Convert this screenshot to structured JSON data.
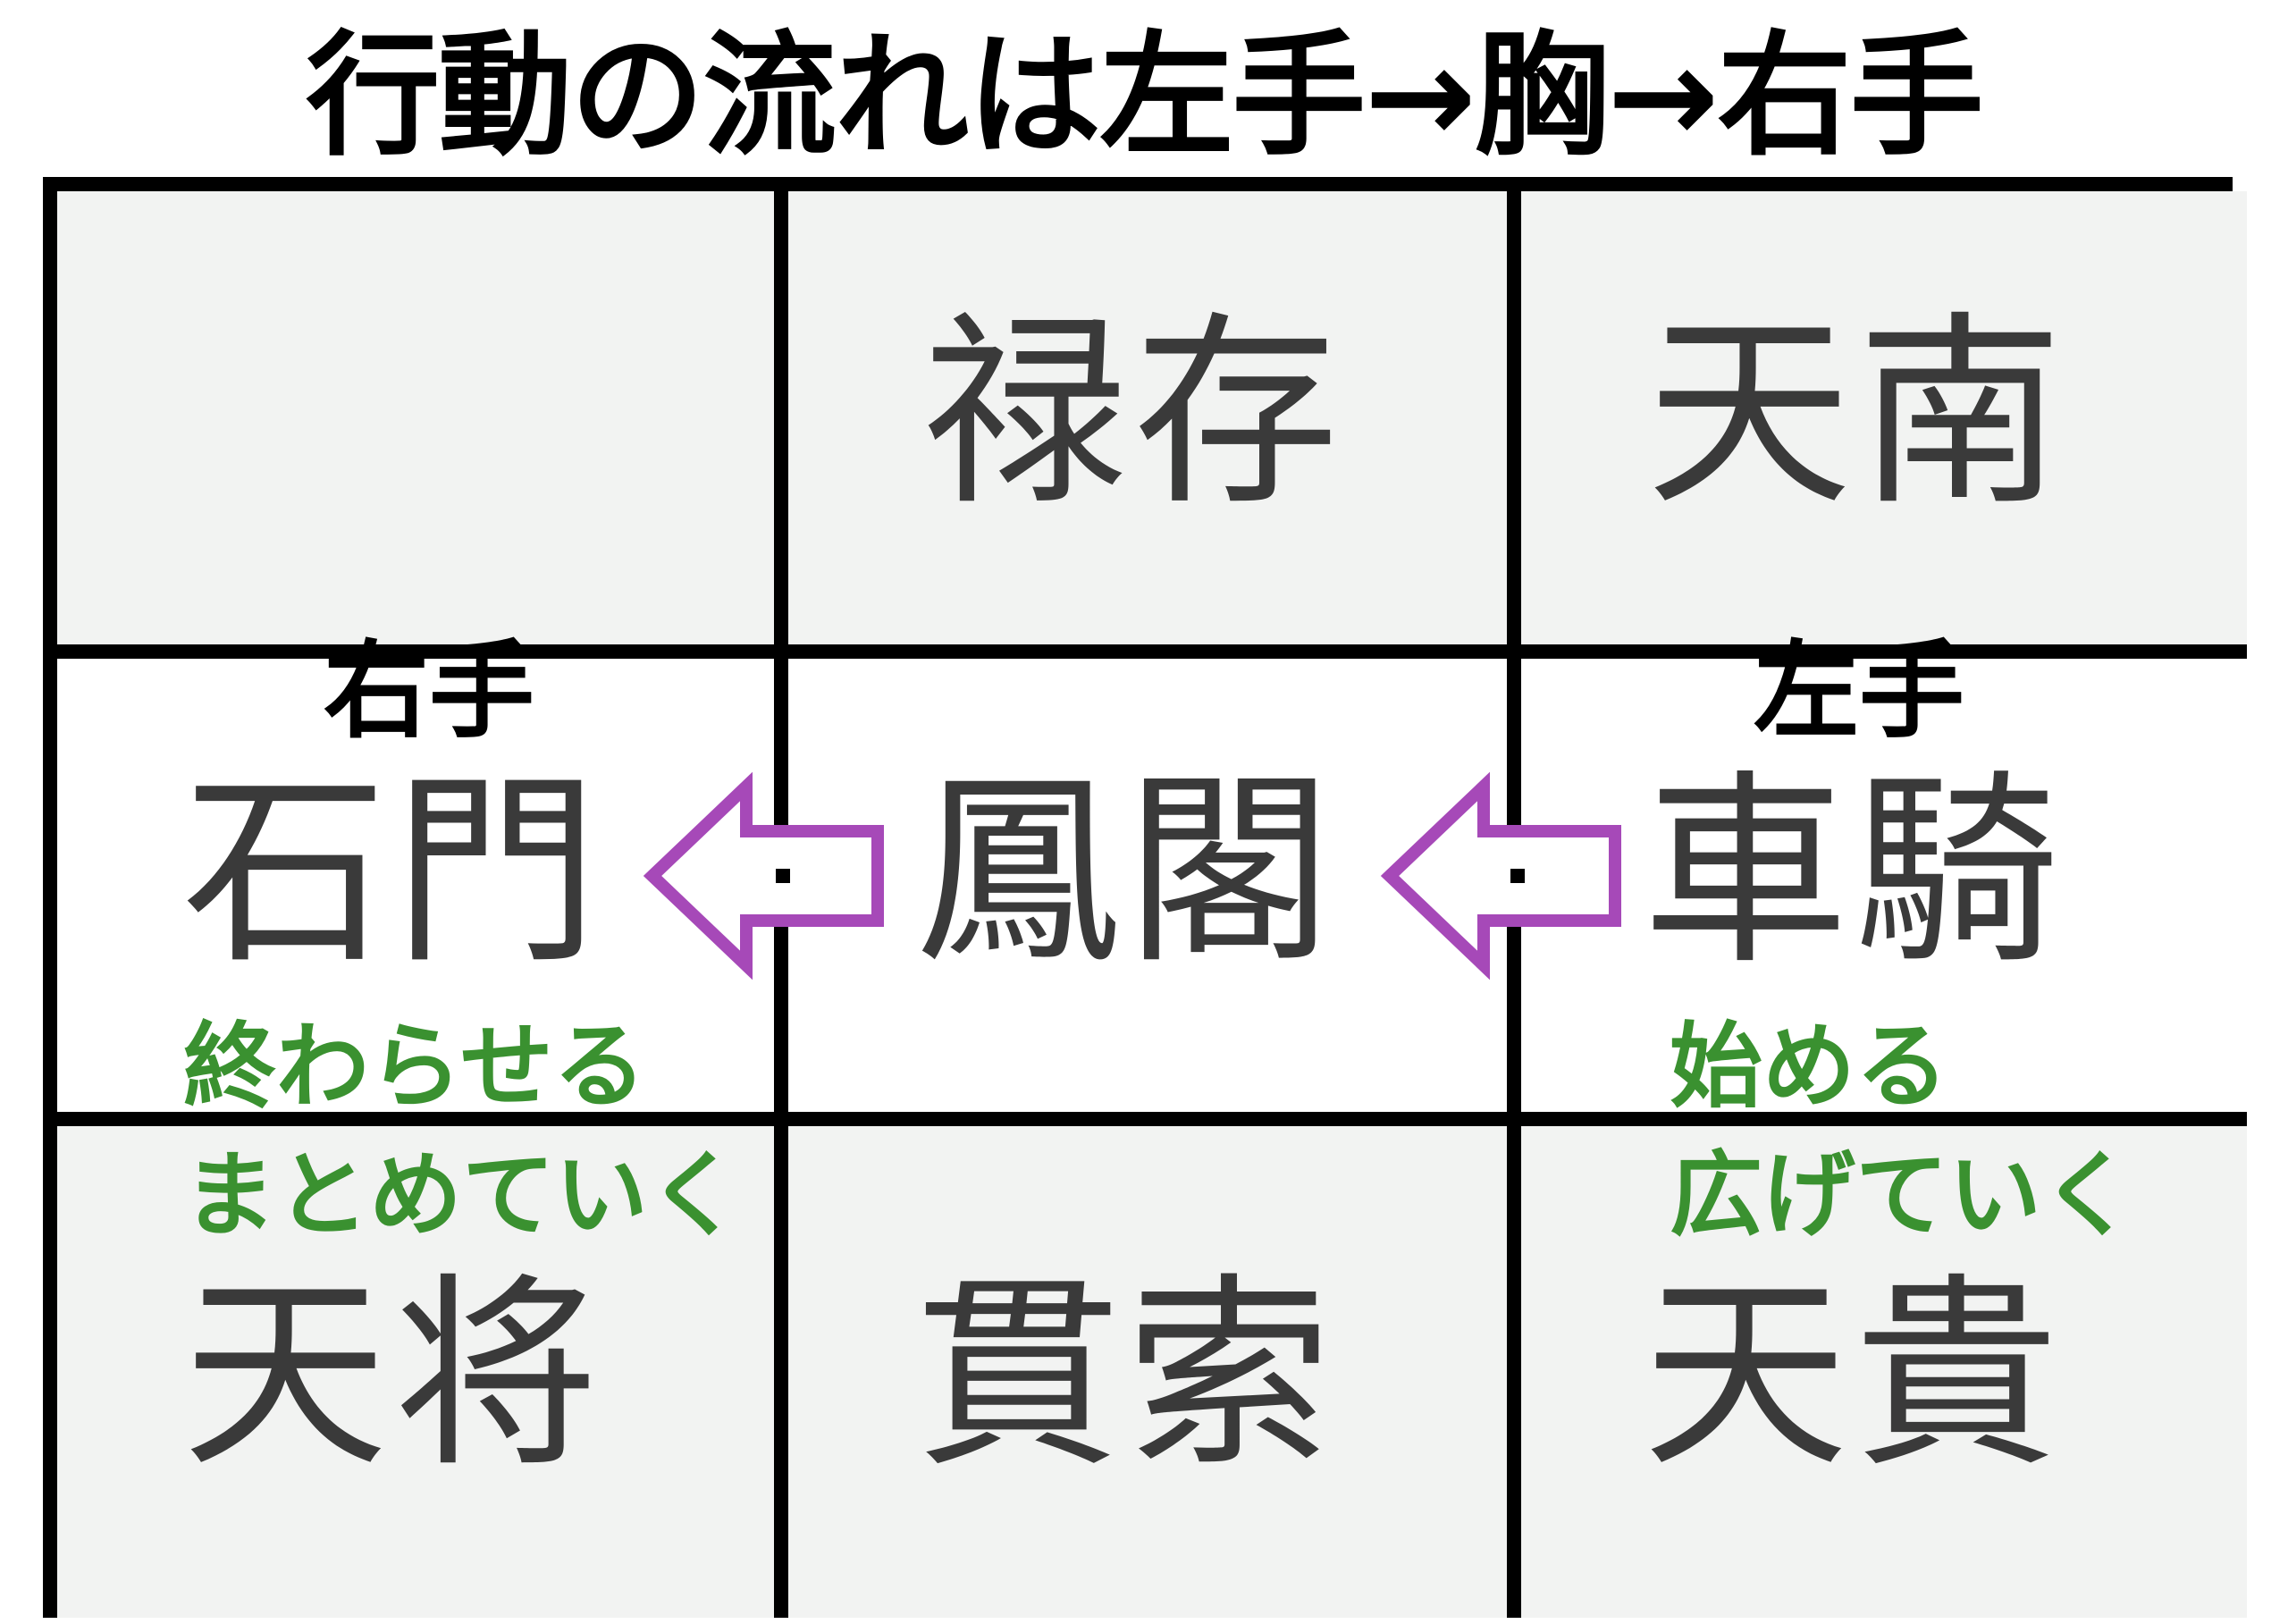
{
  "title": "行動の流れは左手→胸→右手",
  "grid": {
    "cells": [
      {
        "pos": "top-left",
        "name": ""
      },
      {
        "pos": "top-center",
        "name": "禄存"
      },
      {
        "pos": "top-right",
        "name": "天南"
      },
      {
        "pos": "middle-left",
        "name": "石門"
      },
      {
        "pos": "middle-center",
        "name": "鳳閣"
      },
      {
        "pos": "middle-right",
        "name": "車騎"
      },
      {
        "pos": "bottom-left",
        "name": "天将"
      },
      {
        "pos": "bottom-center",
        "name": "貫索"
      },
      {
        "pos": "bottom-right",
        "name": "天貴"
      }
    ]
  },
  "labels": {
    "right_hand": "右手",
    "left_hand": "左手",
    "finish_line1": "終わらせる",
    "finish_line2": "まとめていく",
    "start_line1": "始める",
    "start_line2": "広げていく"
  },
  "colors": {
    "arrow": "#a649b8",
    "green_text": "#3a9130",
    "cell_bg": "#f2f3f2"
  },
  "icons": [
    "left-arrow-icon",
    "left-arrow-icon"
  ]
}
